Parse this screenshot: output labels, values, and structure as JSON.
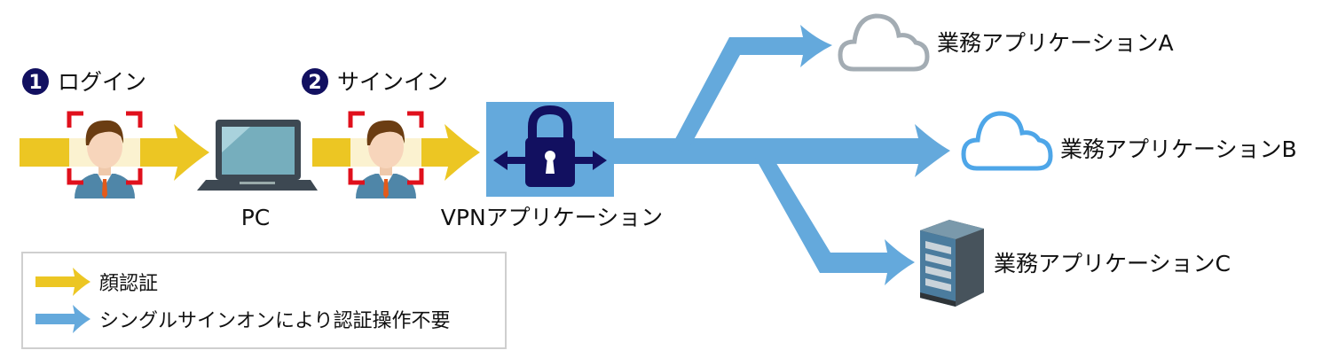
{
  "steps": [
    {
      "number": "1",
      "label": "ログイン"
    },
    {
      "number": "2",
      "label": "サインイン"
    }
  ],
  "nodes": {
    "pc": "PC",
    "vpn": "VPNアプリケーション",
    "app_a": "業務アプリケーションA",
    "app_b": "業務アプリケーションB",
    "app_c": "業務アプリケーションC"
  },
  "legend": {
    "face_auth": "顔認証",
    "sso": "シングルサインオンにより認証操作不要"
  },
  "colors": {
    "yellow": "#ecc623",
    "blue": "#64a9dc",
    "navy": "#121060",
    "red": "#e0101c"
  }
}
